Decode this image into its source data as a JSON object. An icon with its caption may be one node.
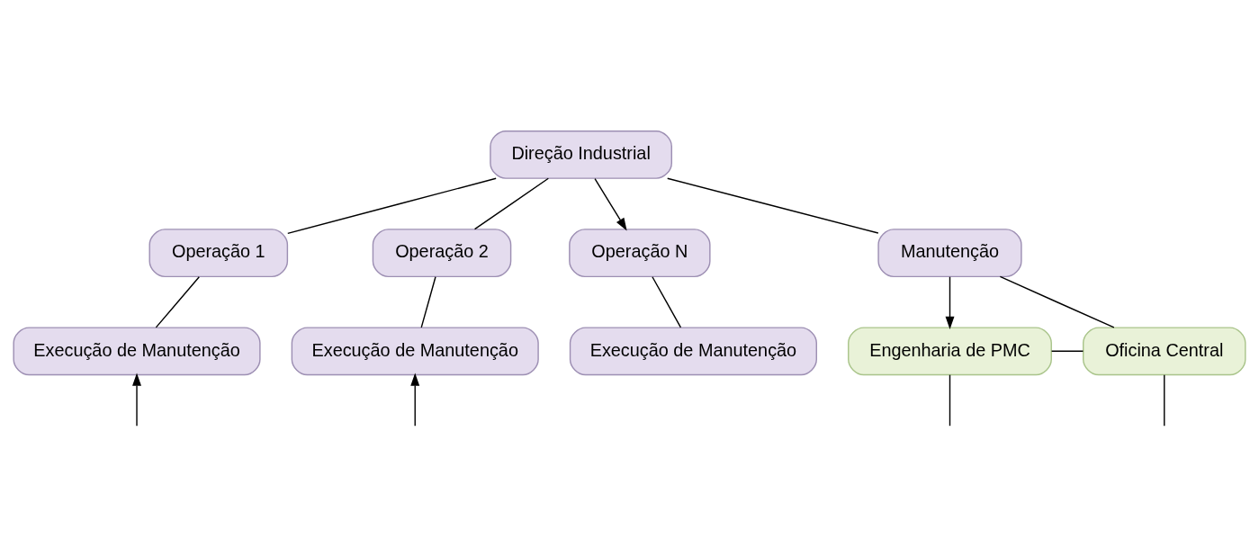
{
  "diagram": {
    "nodes": [
      {
        "text": [
          "Direção Industrial"
        ]
      },
      {
        "text": [
          "Operação 1"
        ]
      },
      {
        "text": [
          "Operação 2"
        ]
      },
      {
        "text": [
          "Operação N"
        ]
      },
      {
        "text": [
          "Manutenção"
        ]
      },
      {
        "text": [
          "Execução de Manutenção"
        ]
      },
      {
        "text": [
          "Execução de Manutenção"
        ]
      },
      {
        "text": [
          "Execução de Manutenção"
        ]
      },
      {
        "text": [
          "Engenharia de PMC"
        ]
      },
      {
        "text": [
          "Oficina Central"
        ]
      }
    ],
    "edges": [
      {
        "from": 0,
        "to": 1,
        "arrow": "none"
      },
      {
        "from": 0,
        "to": 2,
        "arrow": "none"
      },
      {
        "from": 0,
        "to": 3,
        "arrow": "to"
      },
      {
        "from": 0,
        "to": 4,
        "arrow": "none"
      },
      {
        "from": 1,
        "to": 5,
        "arrow": "none"
      },
      {
        "from": 2,
        "to": 6,
        "arrow": "none"
      },
      {
        "from": 3,
        "to": 7,
        "arrow": "none"
      },
      {
        "from": 4,
        "to": 8,
        "arrow": "to"
      },
      {
        "from": 4,
        "to": 9,
        "arrow": "none"
      },
      {
        "from": 8,
        "to": 9,
        "arrow": "none"
      },
      {
        "from": 8,
        "to": null,
        "arrow": "none"
      },
      {
        "from": null,
        "to": 5,
        "arrow": "to"
      },
      {
        "from": null,
        "to": 6,
        "arrow": "to"
      },
      {
        "from": 9,
        "to": null,
        "arrow": "none"
      }
    ]
  }
}
